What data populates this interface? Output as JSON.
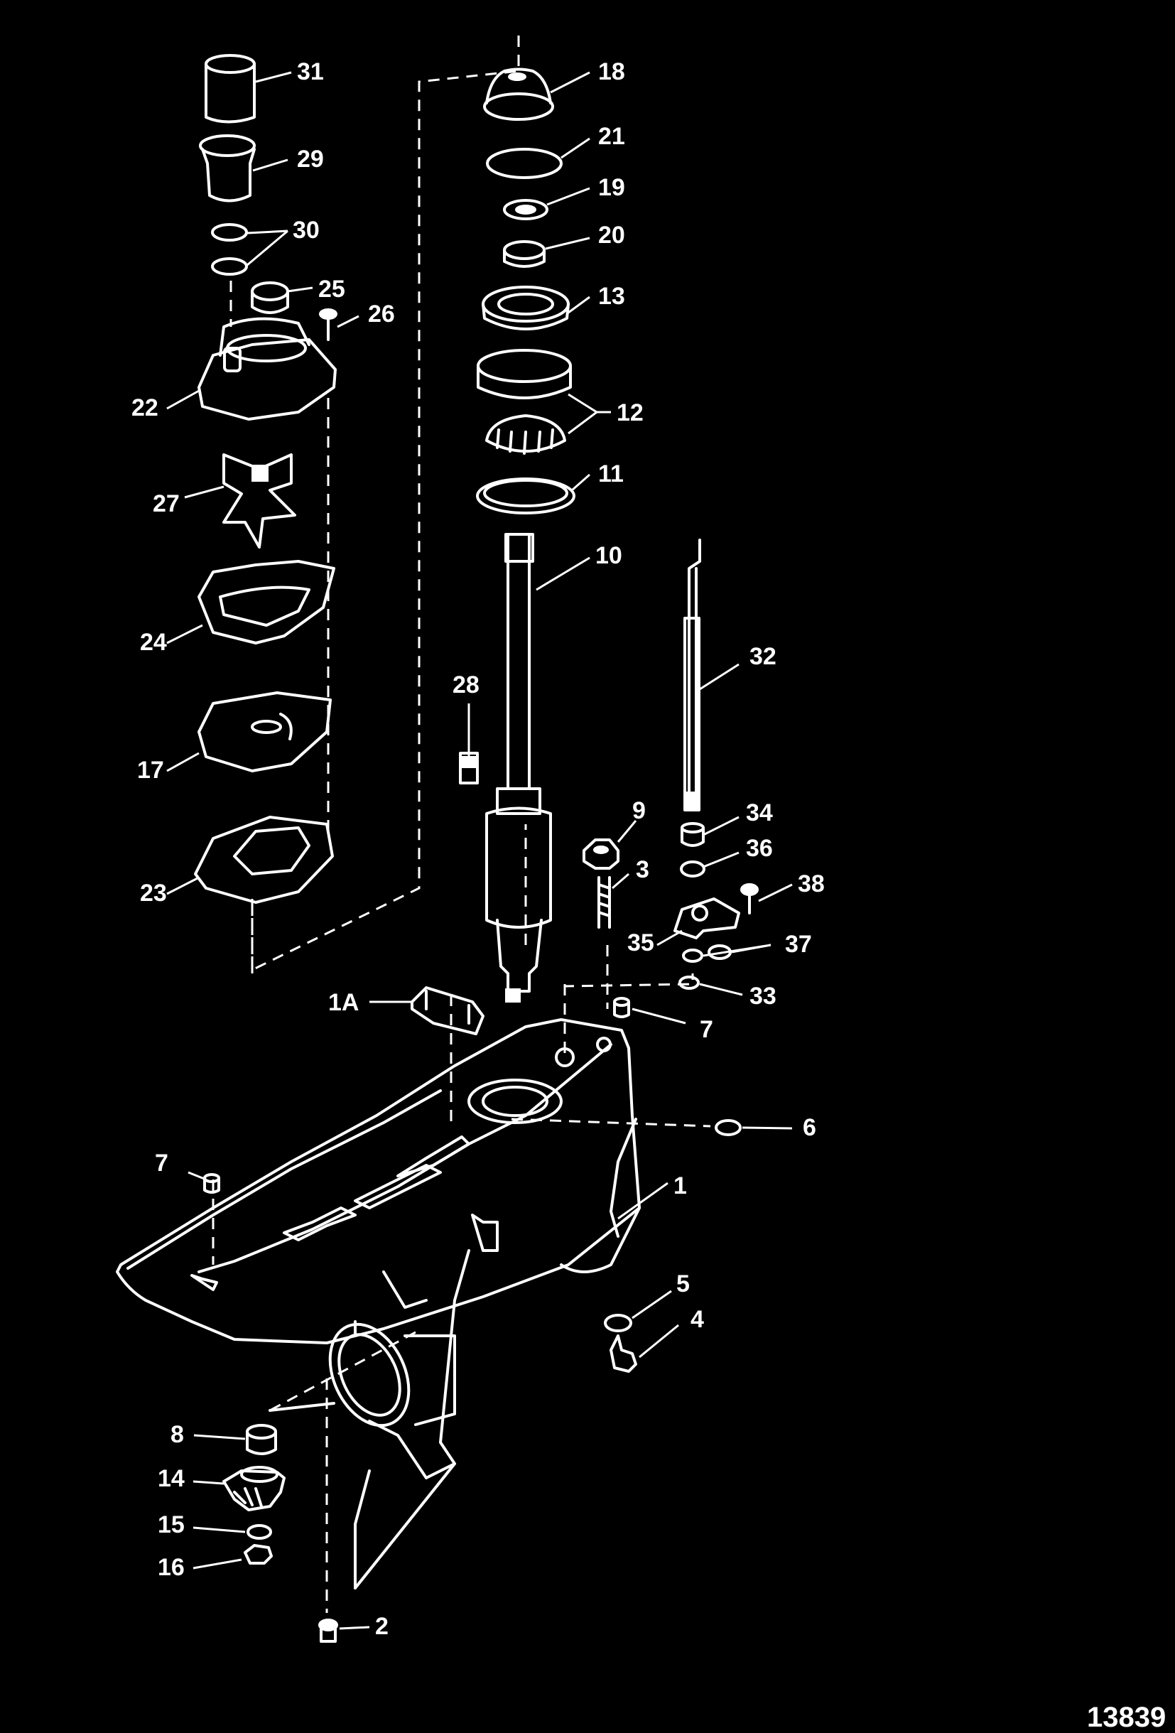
{
  "figure_id": "13839",
  "callouts": [
    "31",
    "18",
    "21",
    "29",
    "19",
    "30",
    "20",
    "25",
    "26",
    "13",
    "22",
    "12",
    "11",
    "27",
    "10",
    "24",
    "32",
    "28",
    "17",
    "34",
    "9",
    "36",
    "3",
    "38",
    "23",
    "35",
    "37",
    "33",
    "1A",
    "7",
    "6",
    "7",
    "1",
    "5",
    "4",
    "8",
    "14",
    "15",
    "16",
    "2"
  ],
  "style": {
    "background": "#000000",
    "ink": "#ffffff"
  }
}
